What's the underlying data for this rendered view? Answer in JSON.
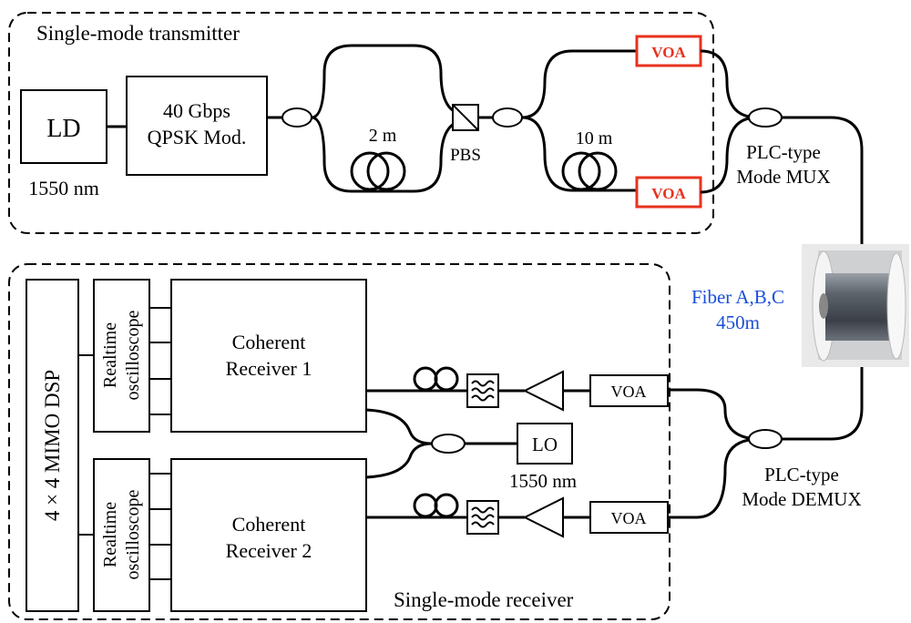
{
  "transmitter": {
    "section_label": "Single-mode transmitter",
    "ld_label": "LD",
    "ld_wavelength": "1550 nm",
    "modulator_line1": "40 Gbps",
    "modulator_line2": "QPSK Mod.",
    "delay1_label": "2 m",
    "pbs_label": "PBS",
    "delay2_label": "10 m",
    "voa_top": "VOA",
    "voa_bottom": "VOA",
    "mux_line1": "PLC-type",
    "mux_line2": "Mode MUX"
  },
  "fiber": {
    "label_line1": "Fiber A,B,C",
    "label_line2": "450m",
    "label_color": "#1a4fd6"
  },
  "receiver": {
    "section_label": "Single-mode receiver",
    "dsp_label": "4 × 4 MIMO DSP",
    "scope1_line1": "Realtime",
    "scope1_line2": "oscilloscope",
    "scope2_line1": "Realtime",
    "scope2_line2": "oscilloscope",
    "rx1_line1": "Coherent",
    "rx1_line2": "Receiver 1",
    "rx2_line1": "Coherent",
    "rx2_line2": "Receiver 2",
    "lo_label": "LO",
    "lo_wavelength": "1550 nm",
    "voa_upper": "VOA",
    "voa_lower": "VOA",
    "demux_line1": "PLC-type",
    "demux_line2": "Mode DEMUX"
  },
  "colors": {
    "voa_highlight": "#e8321e",
    "line": "#000000"
  }
}
